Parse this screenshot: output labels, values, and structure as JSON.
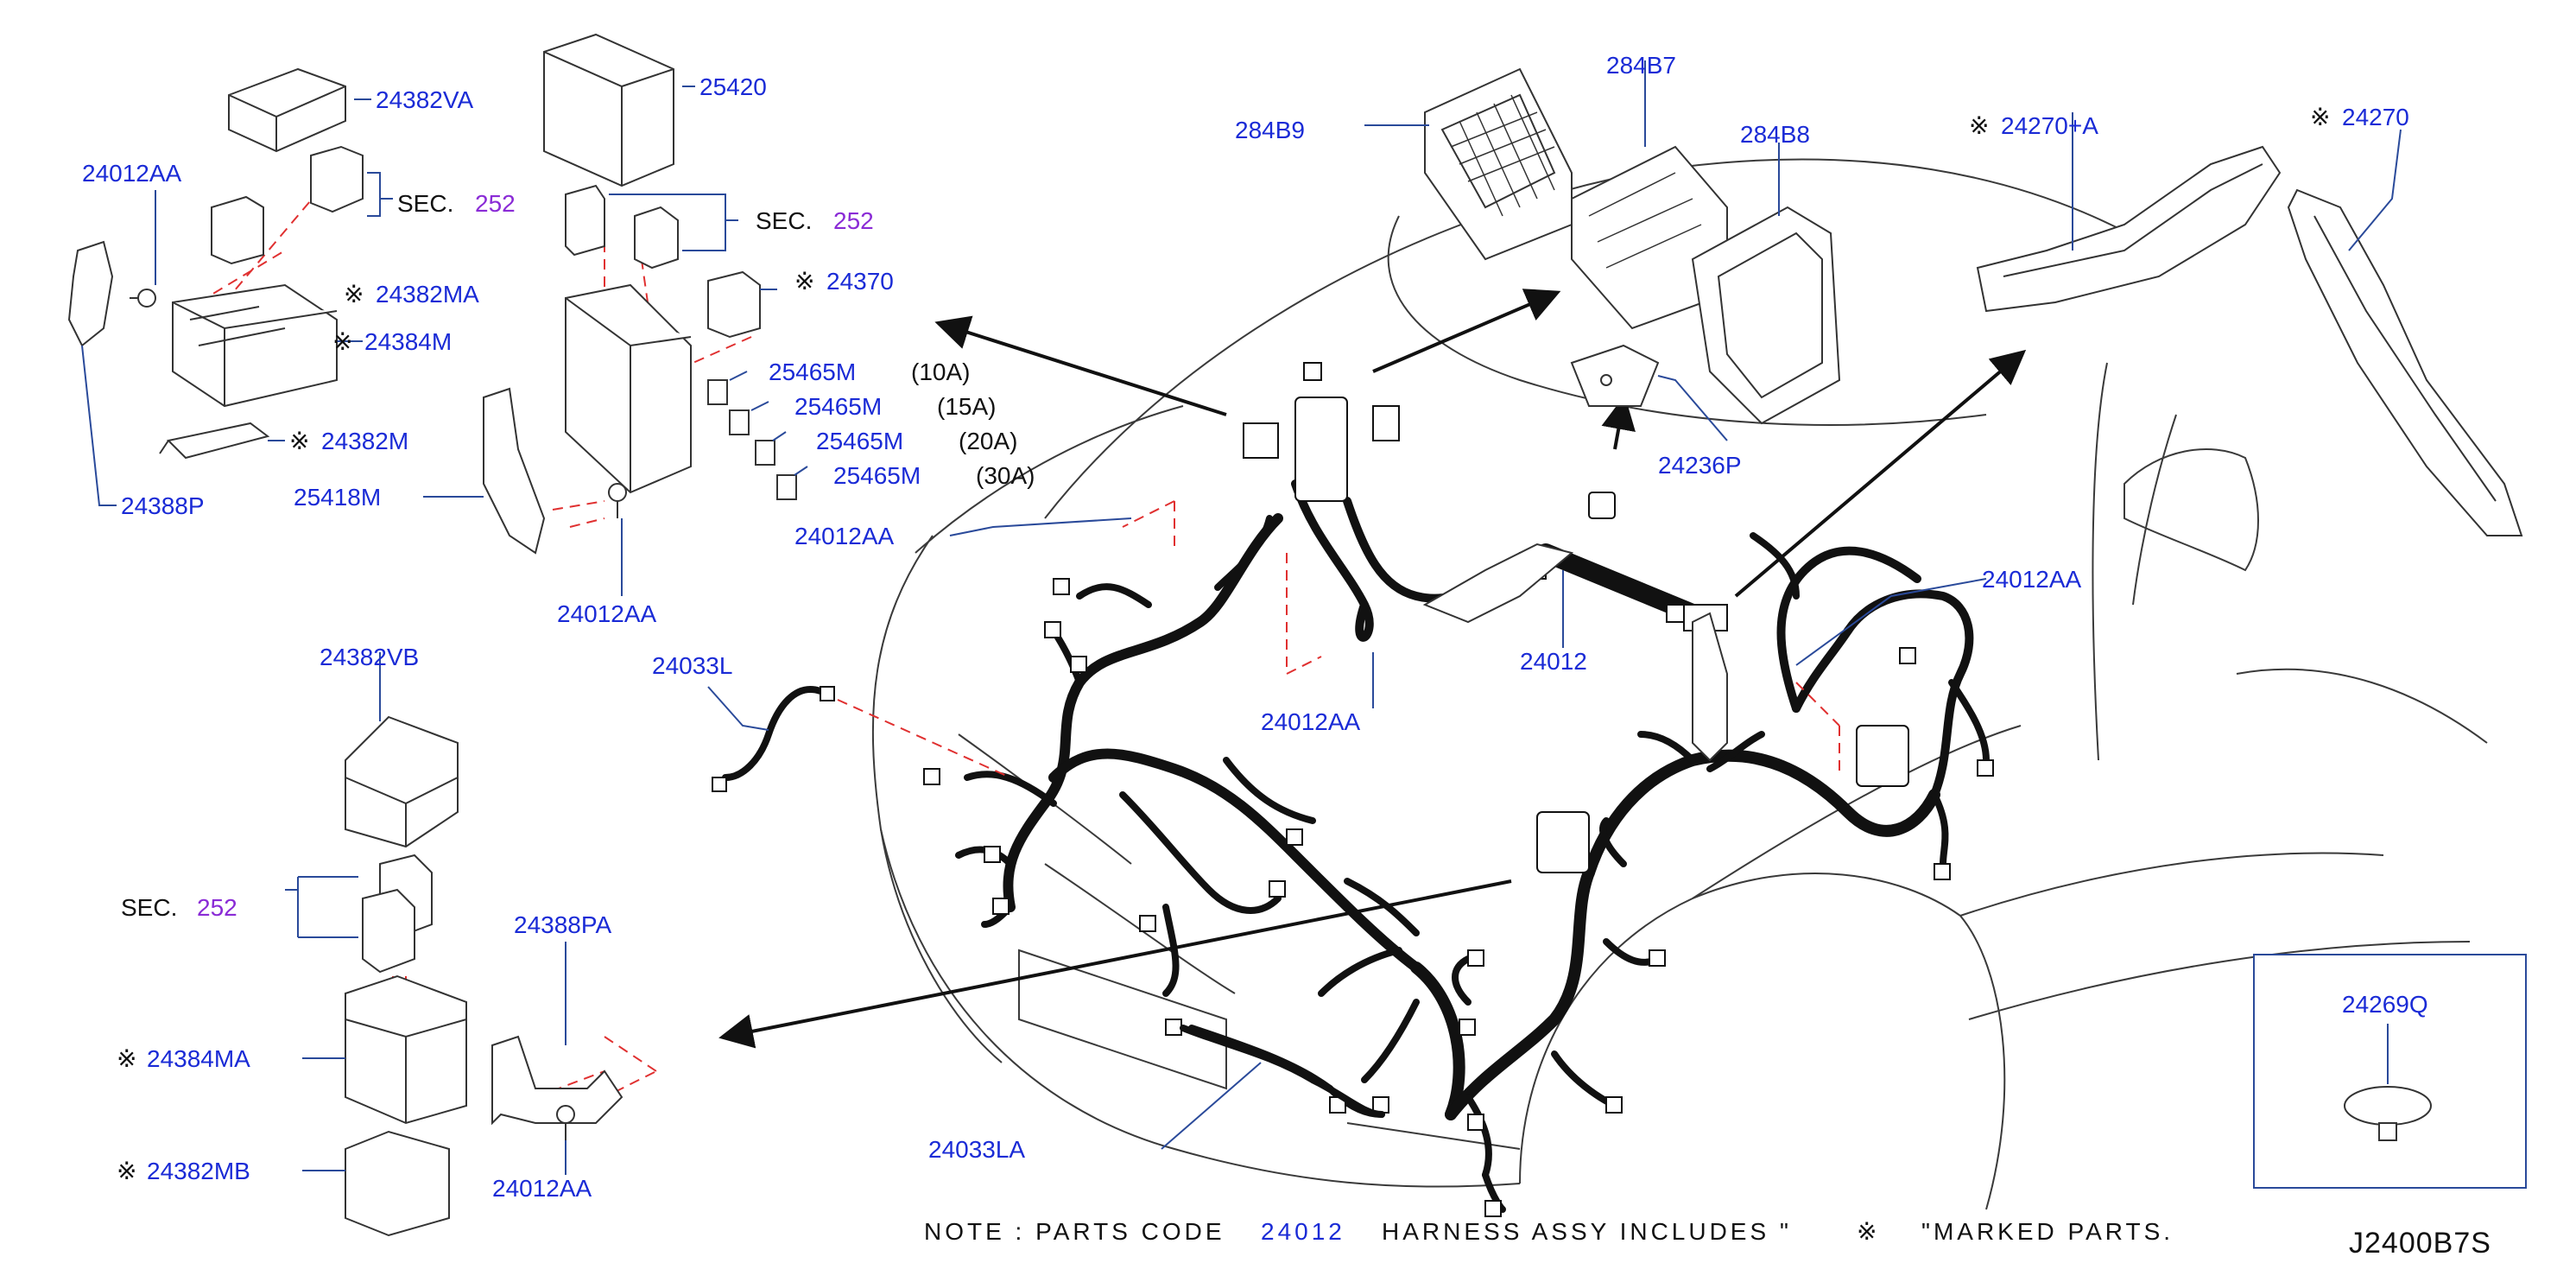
{
  "colors": {
    "part_label": "#1a2bd6",
    "section_ref": "#8a2bd6",
    "text": "#111111",
    "leader": "#2a4a9a",
    "dashed": "#e03030",
    "outline": "#3a3a3a",
    "harness": "#111111"
  },
  "marker_glyph": "※",
  "labels": {
    "p24382VA": "24382VA",
    "p24012AA_a": "24012AA",
    "sec_a": "SEC.",
    "sec_a_num": "252",
    "p24382MA": "24382MA",
    "p24384M": "24384M",
    "p24382M": "24382M",
    "p24388P": "24388P",
    "p25420": "25420",
    "sec_b": "SEC.",
    "sec_b_num": "252",
    "p24370": "24370",
    "p25465M_1": "25465M",
    "p25465M_2": "25465M",
    "p25465M_3": "25465M",
    "p25465M_4": "25465M",
    "amp10": "(10A)",
    "amp15": "(15A)",
    "amp20": "(20A)",
    "amp30": "(30A)",
    "p25418M": "25418M",
    "p24012AA_b": "24012AA",
    "p24012AA_c": "24012AA",
    "p284B9": "284B9",
    "p284B7": "284B7",
    "p284B8": "284B8",
    "p24236P": "24236P",
    "p24270A": "24270+A",
    "p24270": "24270",
    "p24012AA_d": "24012AA",
    "p24012": "24012",
    "p24012AA_e": "24012AA",
    "p24033L": "24033L",
    "p24382VB": "24382VB",
    "sec_c": "SEC.",
    "sec_c_num": "252",
    "p24388PA": "24388PA",
    "p24384MA": "24384MA",
    "p24382MB": "24382MB",
    "p24012AA_f": "24012AA",
    "p24033LA": "24033LA",
    "p24269Q": "24269Q"
  },
  "note": {
    "prefix": "NOTE  :  PARTS  CODE",
    "code": "24012",
    "middle": "HARNESS  ASSY      INCLUDES  \"",
    "suffix": "\"MARKED  PARTS."
  },
  "diagram_code": "J2400B7S"
}
